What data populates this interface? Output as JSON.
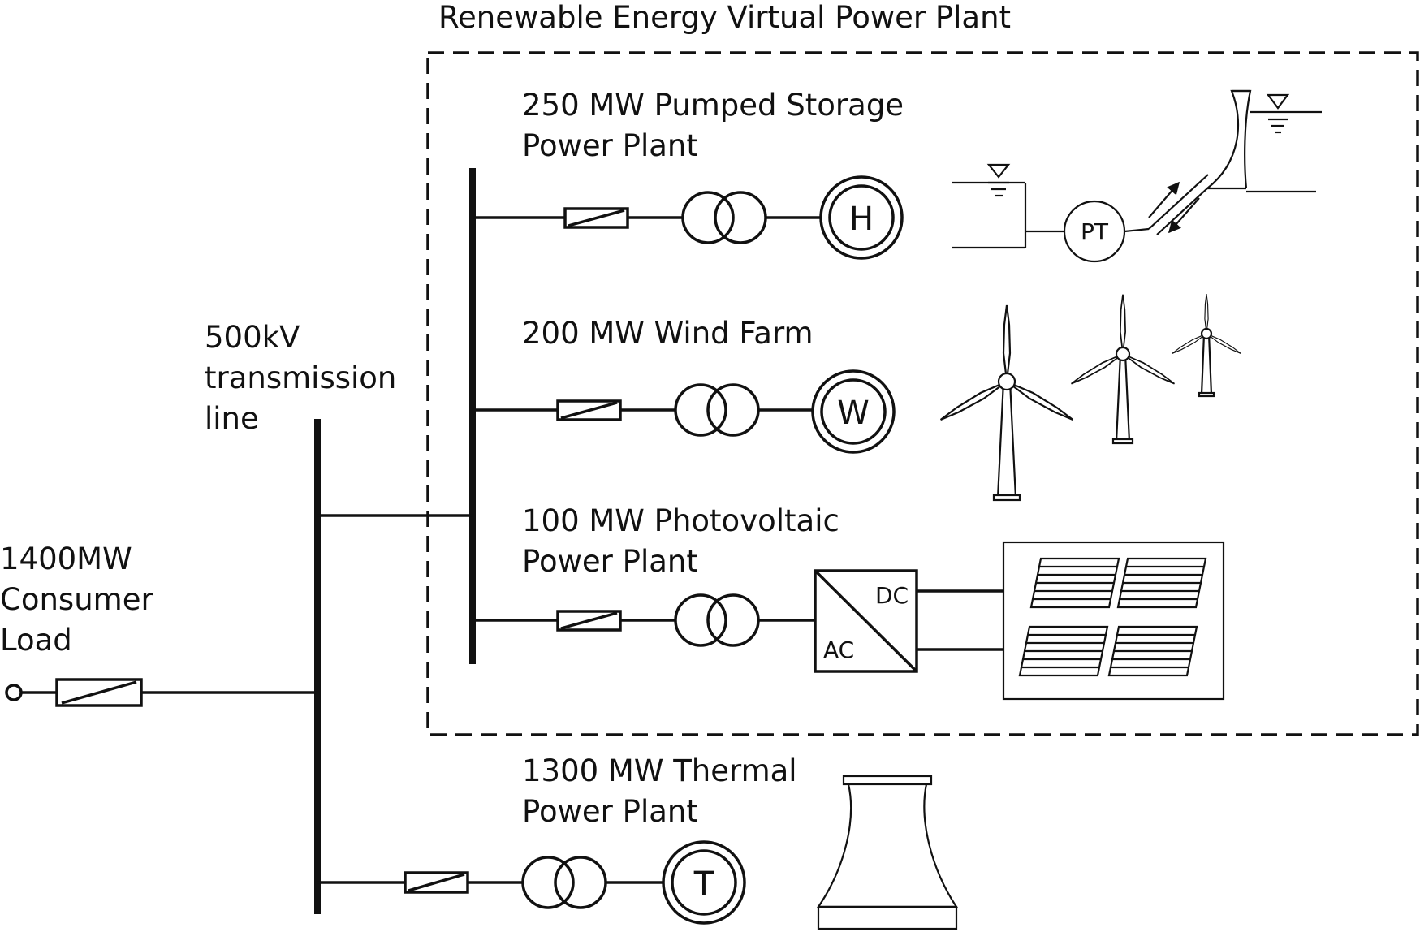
{
  "vpp": {
    "title": "Renewable Energy Virtual Power Plant"
  },
  "transmission": {
    "label_lines": [
      "500kV",
      "transmission",
      "line"
    ]
  },
  "consumer": {
    "label_lines": [
      "1400MW",
      "Consumer",
      "Load"
    ]
  },
  "pumped_storage": {
    "label_lines": [
      "250 MW Pumped Storage",
      "Power Plant"
    ],
    "generator_symbol": "H",
    "turbine_label": "PT"
  },
  "wind": {
    "label_lines": [
      "200 MW Wind Farm"
    ],
    "generator_symbol": "W"
  },
  "photovoltaic": {
    "label_lines": [
      "100 MW Photovoltaic",
      "Power Plant"
    ],
    "converter_dc": "DC",
    "converter_ac": "AC"
  },
  "thermal": {
    "label_lines": [
      "1300 MW Thermal",
      "Power Plant"
    ],
    "generator_symbol": "T"
  },
  "icons": {
    "breaker": "breaker-icon",
    "transformer": "transformer-icon",
    "generator": "generator-icon",
    "wind_turbine": "wind-turbine-icon",
    "solar_panel": "solar-panel-icon",
    "cooling_tower": "cooling-tower-icon",
    "reservoir": "reservoir-icon"
  },
  "colors": {
    "line": "#111111",
    "background": "#ffffff"
  }
}
